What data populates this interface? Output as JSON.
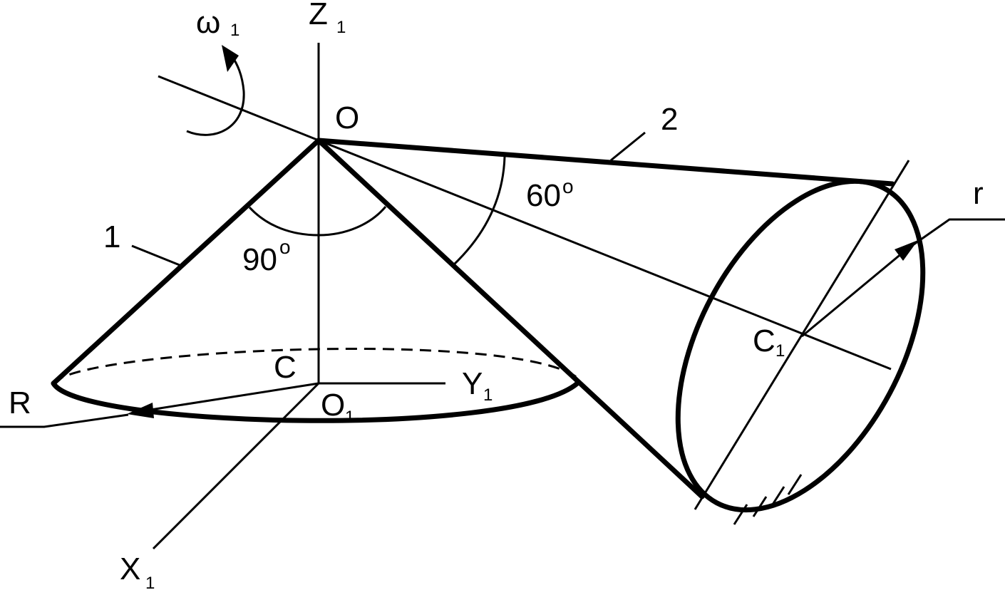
{
  "labels": {
    "z_axis": "Z",
    "z_axis_sub": "1",
    "omega": "ω",
    "omega_sub": "1",
    "apex": "O",
    "cone2_number": "2",
    "cone1_number": "1",
    "angle_60": "60",
    "angle_60_sup": "o",
    "angle_90": "90",
    "angle_90_sup": "o",
    "radius_r": "r",
    "center_c1": "C",
    "center_c1_sub": "1",
    "center_c": "C",
    "y_axis": "Y",
    "y_axis_sub": "1",
    "radius_R": "R",
    "origin_o1": "O",
    "origin_o1_sub": "1",
    "x_axis": "X",
    "x_axis_sub": "1"
  }
}
